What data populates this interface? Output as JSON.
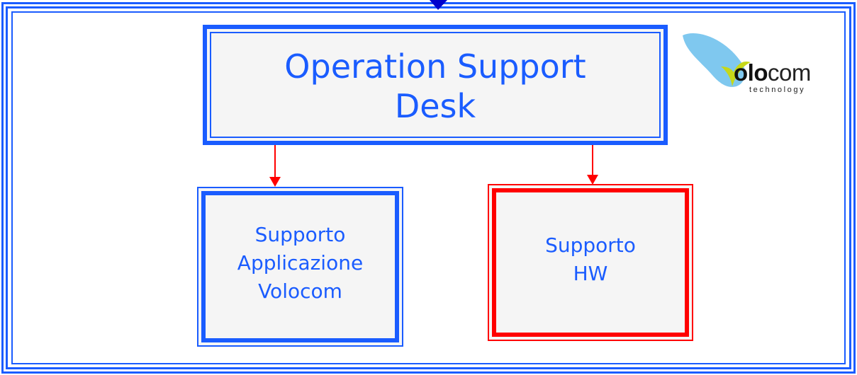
{
  "diagram": {
    "nodes": [
      {
        "id": "osd",
        "label": "Operation Support\nDesk",
        "border_color": "#1a5cff",
        "text_color": "#1a5cff"
      },
      {
        "id": "sav",
        "label": "Supporto\nApplicazione\nVolocom",
        "border_color": "#1a5cff",
        "text_color": "#1a5cff"
      },
      {
        "id": "shw",
        "label": "Supporto\nHW",
        "border_color": "#ff0000",
        "text_color": "#1a5cff"
      }
    ],
    "edges": [
      {
        "from": "osd",
        "to": "sav",
        "color": "#ff0000"
      },
      {
        "from": "osd",
        "to": "shw",
        "color": "#ff0000"
      }
    ],
    "incoming_arrow_color": "#0000cc",
    "frame_color": "#1a5cff"
  },
  "logo": {
    "name": "volocom-logo",
    "wordmark_bold": "olo",
    "wordmark_light": "com",
    "tagline": "technology",
    "colors": {
      "drop": "#7fc8ef",
      "leaf": "#c6d81a"
    }
  }
}
